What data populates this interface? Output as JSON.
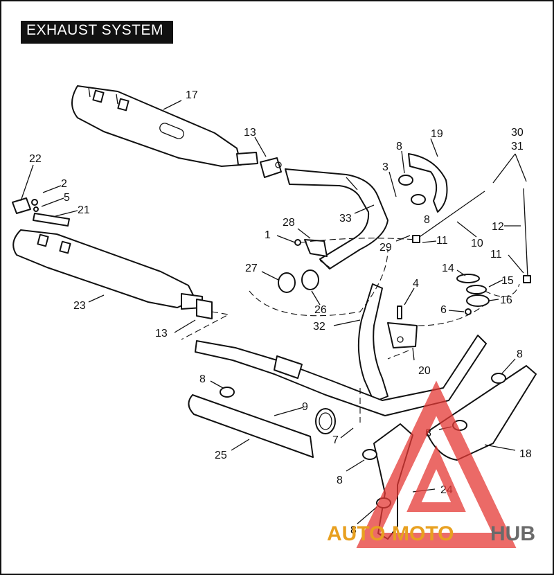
{
  "title": "EXHAUST SYSTEM",
  "callouts": [
    {
      "id": "c17",
      "label": "17"
    },
    {
      "id": "c13a",
      "label": "13"
    },
    {
      "id": "c19",
      "label": "19"
    },
    {
      "id": "c30",
      "label": "30"
    },
    {
      "id": "c31",
      "label": "31"
    },
    {
      "id": "c8a",
      "label": "8"
    },
    {
      "id": "c3",
      "label": "3"
    },
    {
      "id": "c22",
      "label": "22"
    },
    {
      "id": "c2",
      "label": "2"
    },
    {
      "id": "c5",
      "label": "5"
    },
    {
      "id": "c21",
      "label": "21"
    },
    {
      "id": "c33",
      "label": "33"
    },
    {
      "id": "c8b",
      "label": "8"
    },
    {
      "id": "c28",
      "label": "28"
    },
    {
      "id": "c1",
      "label": "1"
    },
    {
      "id": "c12",
      "label": "12"
    },
    {
      "id": "c29",
      "label": "29"
    },
    {
      "id": "c11a",
      "label": "11"
    },
    {
      "id": "c10",
      "label": "10"
    },
    {
      "id": "c11b",
      "label": "11"
    },
    {
      "id": "c27",
      "label": "27"
    },
    {
      "id": "c14",
      "label": "14"
    },
    {
      "id": "c15",
      "label": "15"
    },
    {
      "id": "c4",
      "label": "4"
    },
    {
      "id": "c16",
      "label": "16"
    },
    {
      "id": "c6",
      "label": "6"
    },
    {
      "id": "c23",
      "label": "23"
    },
    {
      "id": "c26",
      "label": "26"
    },
    {
      "id": "c32",
      "label": "32"
    },
    {
      "id": "c13b",
      "label": "13"
    },
    {
      "id": "c20",
      "label": "20"
    },
    {
      "id": "c8c",
      "label": "8"
    },
    {
      "id": "c8d",
      "label": "8"
    },
    {
      "id": "c9",
      "label": "9"
    },
    {
      "id": "c7",
      "label": "7"
    },
    {
      "id": "c8e",
      "label": "8"
    },
    {
      "id": "c25",
      "label": "25"
    },
    {
      "id": "c18",
      "label": "18"
    },
    {
      "id": "c8f",
      "label": "8"
    },
    {
      "id": "c24",
      "label": "24"
    },
    {
      "id": "c8g",
      "label": "8"
    }
  ],
  "watermark": {
    "part1": "AUTO",
    "part2": "MOTO",
    "part3": "HUB",
    "color_primary": "#e8a020",
    "color_secondary": "#6a6a6a",
    "color_logo": "#e53935"
  }
}
